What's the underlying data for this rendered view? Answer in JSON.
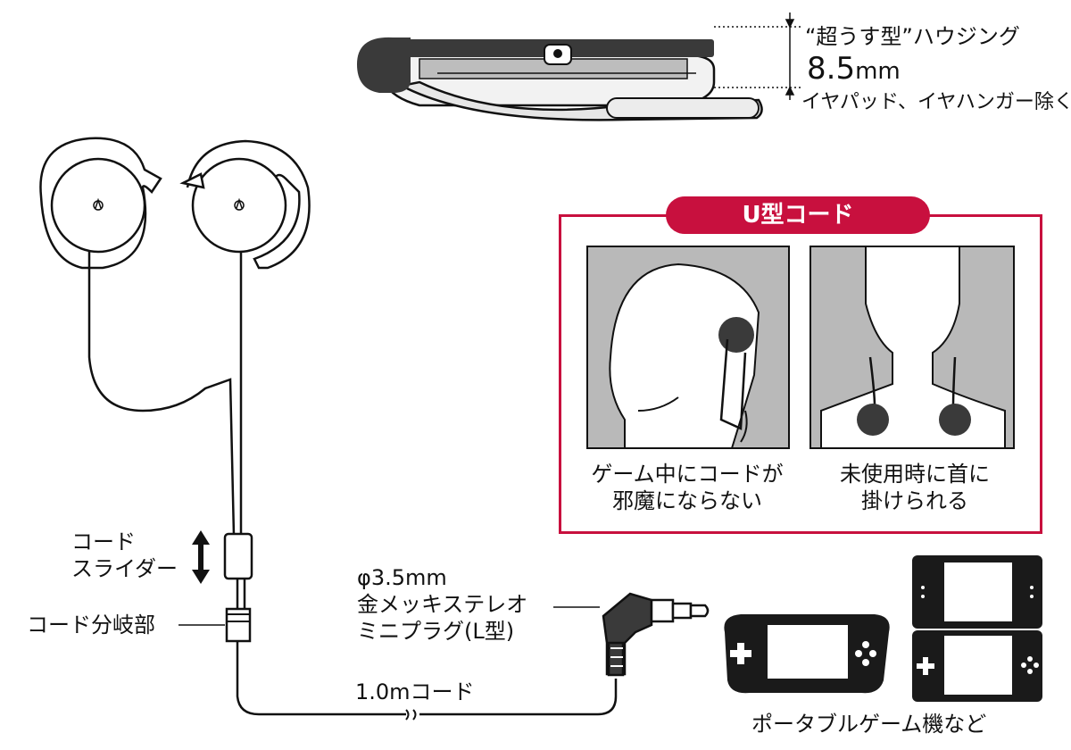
{
  "housing": {
    "title": "“超うす型”ハウジング",
    "thickness_value": "8.5",
    "thickness_unit": "mm",
    "note": "イヤパッド、イヤハンガー除く"
  },
  "u_cord": {
    "badge": "U型コード",
    "left_caption_line1": "ゲーム中にコードが",
    "left_caption_line2": "邪魔にならない",
    "right_caption_line1": "未使用時に首に",
    "right_caption_line2": "掛けられる"
  },
  "labels": {
    "slider_line1": "コード",
    "slider_line2": "スライダー",
    "branch": "コード分岐部",
    "plug_line1": "φ3.5mm",
    "plug_line2": "金メッキステレオ",
    "plug_line3": "ミニプラグ(L型)",
    "cord_length": "1.0mコード",
    "devices": "ポータブルゲーム機など"
  },
  "colors": {
    "accent": "#c8103e",
    "photo_bg": "#b9b9b9",
    "housing_dark": "#3a3a3a",
    "housing_gray": "#bdbdbd"
  }
}
